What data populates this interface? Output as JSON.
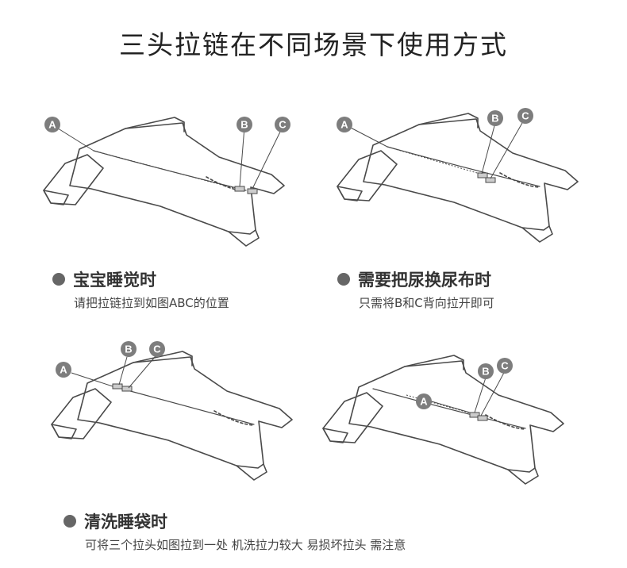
{
  "title": "三头拉链在不同场景下使用方式",
  "markers": {
    "a": "A",
    "b": "B",
    "c": "C"
  },
  "colors": {
    "marker": "#7d7d7d",
    "outline": "#4a4a4a",
    "bullet": "#666666"
  },
  "scenes": [
    {
      "heading": "宝宝睡觉时",
      "description": "请把拉链拉到如图ABC的位置"
    },
    {
      "heading": "需要把尿换尿布时",
      "description": "只需将B和C背向拉开即可"
    },
    {
      "heading": "清洗睡袋时",
      "description": "可将三个拉头如图拉到一处 机洗拉力较大 易损坏拉头 需注意"
    }
  ]
}
